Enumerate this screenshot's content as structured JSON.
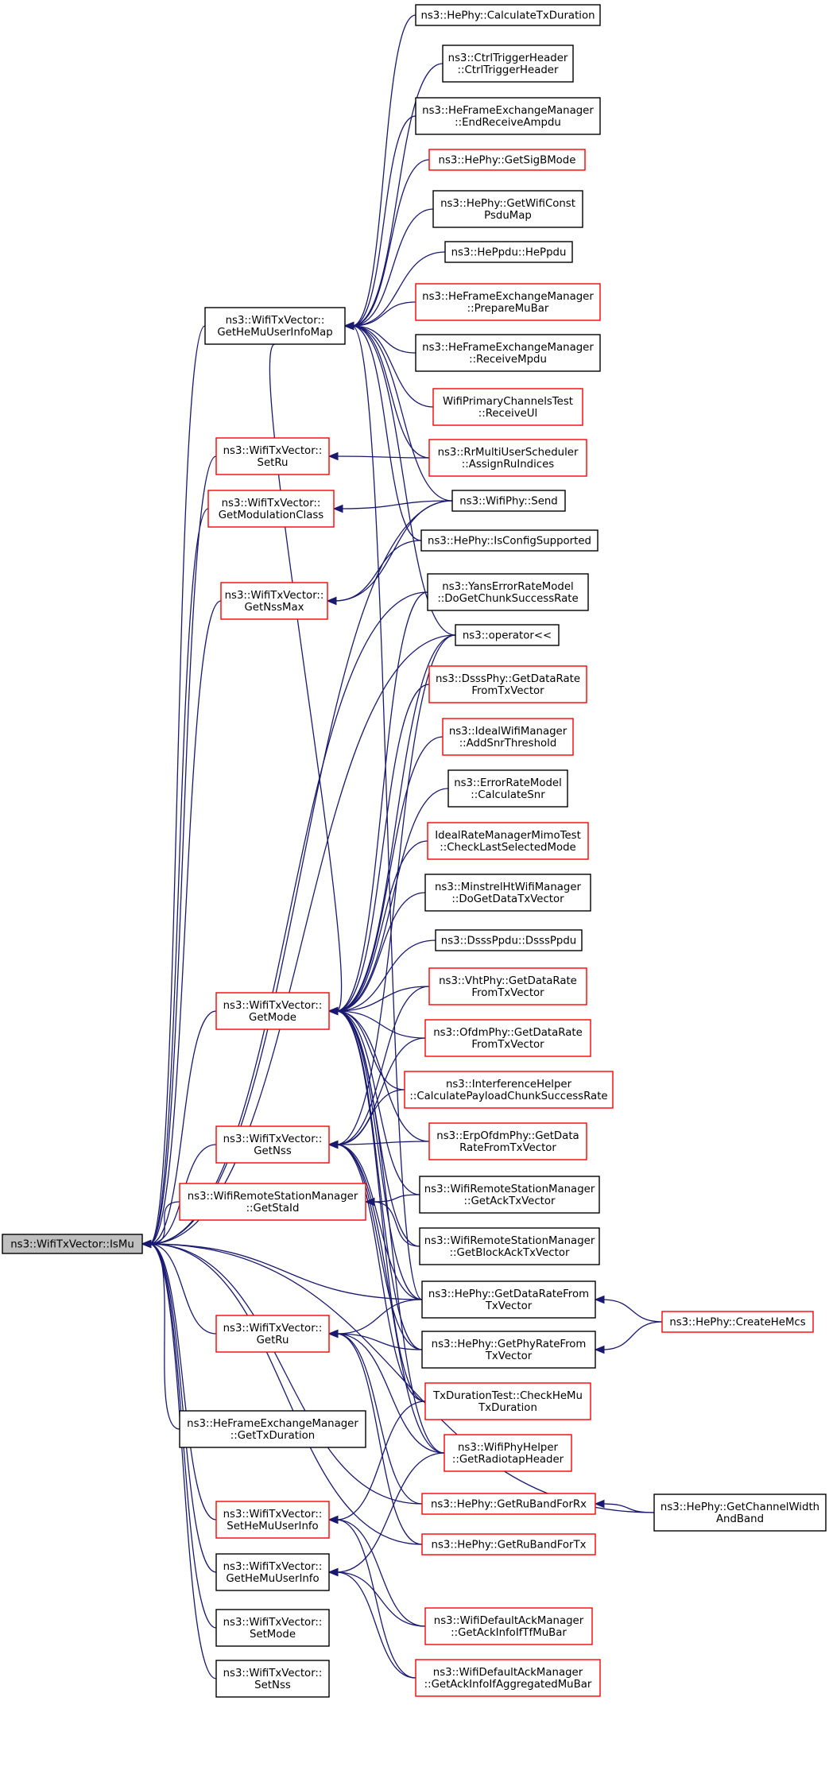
{
  "colors": {
    "edge": "#191970",
    "black_border": "#000000",
    "red_border": "#ff0000",
    "root_fill": "#bfbfbf"
  },
  "nodes": [
    {
      "id": "isMu",
      "lines": [
        "ns3::WifiTxVector::IsMu"
      ],
      "style": "root"
    },
    {
      "id": "getHeMuUserInfoMap",
      "lines": [
        "ns3::WifiTxVector::",
        "GetHeMuUserInfoMap"
      ],
      "style": "black"
    },
    {
      "id": "setRu",
      "lines": [
        "ns3::WifiTxVector::",
        "SetRu"
      ],
      "style": "red"
    },
    {
      "id": "getModulationClass",
      "lines": [
        "ns3::WifiTxVector::",
        "GetModulationClass"
      ],
      "style": "red"
    },
    {
      "id": "getNssMax",
      "lines": [
        "ns3::WifiTxVector::",
        "GetNssMax"
      ],
      "style": "red"
    },
    {
      "id": "getMode",
      "lines": [
        "ns3::WifiTxVector::",
        "GetMode"
      ],
      "style": "red"
    },
    {
      "id": "getNss",
      "lines": [
        "ns3::WifiTxVector::",
        "GetNss"
      ],
      "style": "red"
    },
    {
      "id": "getStaId",
      "lines": [
        "ns3::WifiRemoteStationManager",
        "::GetStaId"
      ],
      "style": "red"
    },
    {
      "id": "getRu",
      "lines": [
        "ns3::WifiTxVector::",
        "GetRu"
      ],
      "style": "red"
    },
    {
      "id": "heGetTxDuration",
      "lines": [
        "ns3::HeFrameExchangeManager",
        "::GetTxDuration"
      ],
      "style": "black"
    },
    {
      "id": "setHeMuUserInfo",
      "lines": [
        "ns3::WifiTxVector::",
        "SetHeMuUserInfo"
      ],
      "style": "red"
    },
    {
      "id": "getHeMuUserInfo",
      "lines": [
        "ns3::WifiTxVector::",
        "GetHeMuUserInfo"
      ],
      "style": "black"
    },
    {
      "id": "setMode",
      "lines": [
        "ns3::WifiTxVector::",
        "SetMode"
      ],
      "style": "black"
    },
    {
      "id": "setNss",
      "lines": [
        "ns3::WifiTxVector::",
        "SetNss"
      ],
      "style": "black"
    },
    {
      "id": "calcTxDuration",
      "lines": [
        "ns3::HePhy::CalculateTxDuration"
      ],
      "style": "black"
    },
    {
      "id": "ctrlTriggerHeader",
      "lines": [
        "ns3::CtrlTriggerHeader",
        "::CtrlTriggerHeader"
      ],
      "style": "black"
    },
    {
      "id": "endReceiveAmpdu",
      "lines": [
        "ns3::HeFrameExchangeManager",
        "::EndReceiveAmpdu"
      ],
      "style": "black"
    },
    {
      "id": "getSigBMode",
      "lines": [
        "ns3::HePhy::GetSigBMode"
      ],
      "style": "red"
    },
    {
      "id": "getWifiConstPsduMap",
      "lines": [
        "ns3::HePhy::GetWifiConst",
        "PsduMap"
      ],
      "style": "black"
    },
    {
      "id": "hePpdu",
      "lines": [
        "ns3::HePpdu::HePpdu"
      ],
      "style": "black"
    },
    {
      "id": "prepareMuBar",
      "lines": [
        "ns3::HeFrameExchangeManager",
        "::PrepareMuBar"
      ],
      "style": "red"
    },
    {
      "id": "receiveMpdu",
      "lines": [
        "ns3::HeFrameExchangeManager",
        "::ReceiveMpdu"
      ],
      "style": "black"
    },
    {
      "id": "receiveUl",
      "lines": [
        "WifiPrimaryChannelsTest",
        "::ReceiveUl"
      ],
      "style": "red"
    },
    {
      "id": "assignRuIndices",
      "lines": [
        "ns3::RrMultiUserScheduler",
        "::AssignRuIndices"
      ],
      "style": "red"
    },
    {
      "id": "wifiPhySend",
      "lines": [
        "ns3::WifiPhy::Send"
      ],
      "style": "black"
    },
    {
      "id": "isConfigSupported",
      "lines": [
        "ns3::HePhy::IsConfigSupported"
      ],
      "style": "black"
    },
    {
      "id": "yansDoGetChunk",
      "lines": [
        "ns3::YansErrorRateModel",
        "::DoGetChunkSuccessRate"
      ],
      "style": "black"
    },
    {
      "id": "operatorLL",
      "lines": [
        "ns3::operator<<"
      ],
      "style": "black"
    },
    {
      "id": "dsssGetDataRate",
      "lines": [
        "ns3::DsssPhy::GetDataRate",
        "FromTxVector"
      ],
      "style": "red"
    },
    {
      "id": "addSnrThreshold",
      "lines": [
        "ns3::IdealWifiManager",
        "::AddSnrThreshold"
      ],
      "style": "red"
    },
    {
      "id": "calculateSnr",
      "lines": [
        "ns3::ErrorRateModel",
        "::CalculateSnr"
      ],
      "style": "black"
    },
    {
      "id": "checkLastSelectedMode",
      "lines": [
        "IdealRateManagerMimoTest",
        "::CheckLastSelectedMode"
      ],
      "style": "red"
    },
    {
      "id": "minstrelDoGetData",
      "lines": [
        "ns3::MinstrelHtWifiManager",
        "::DoGetDataTxVector"
      ],
      "style": "black"
    },
    {
      "id": "dsssPpdu",
      "lines": [
        "ns3::DsssPpdu::DsssPpdu"
      ],
      "style": "black"
    },
    {
      "id": "vhtGetDataRate",
      "lines": [
        "ns3::VhtPhy::GetDataRate",
        "FromTxVector"
      ],
      "style": "red"
    },
    {
      "id": "ofdmGetDataRate",
      "lines": [
        "ns3::OfdmPhy::GetDataRate",
        "FromTxVector"
      ],
      "style": "red"
    },
    {
      "id": "calcPayloadChunk",
      "lines": [
        "ns3::InterferenceHelper",
        "::CalculatePayloadChunkSuccessRate"
      ],
      "style": "red"
    },
    {
      "id": "erpOfdmGetData",
      "lines": [
        "ns3::ErpOfdmPhy::GetData",
        "RateFromTxVector"
      ],
      "style": "red"
    },
    {
      "id": "getAckTxVector",
      "lines": [
        "ns3::WifiRemoteStationManager",
        "::GetAckTxVector"
      ],
      "style": "black"
    },
    {
      "id": "getBlockAckTxVector",
      "lines": [
        "ns3::WifiRemoteStationManager",
        "::GetBlockAckTxVector"
      ],
      "style": "black"
    },
    {
      "id": "heGetDataRateFrom",
      "lines": [
        "ns3::HePhy::GetDataRateFrom",
        "TxVector"
      ],
      "style": "black"
    },
    {
      "id": "heGetPhyRateFrom",
      "lines": [
        "ns3::HePhy::GetPhyRateFrom",
        "TxVector"
      ],
      "style": "black"
    },
    {
      "id": "checkHeMuTxDuration",
      "lines": [
        "TxDurationTest::CheckHeMu",
        "TxDuration"
      ],
      "style": "red"
    },
    {
      "id": "getRadiotapHeader",
      "lines": [
        "ns3::WifiPhyHelper",
        "::GetRadiotapHeader"
      ],
      "style": "red"
    },
    {
      "id": "getRuBandForRx",
      "lines": [
        "ns3::HePhy::GetRuBandForRx"
      ],
      "style": "red"
    },
    {
      "id": "getRuBandForTx",
      "lines": [
        "ns3::HePhy::GetRuBandForTx"
      ],
      "style": "red"
    },
    {
      "id": "getAckInfoIfTfMuBar",
      "lines": [
        "ns3::WifiDefaultAckManager",
        "::GetAckInfoIfTfMuBar"
      ],
      "style": "red"
    },
    {
      "id": "getAckInfoIfAggMuBar",
      "lines": [
        "ns3::WifiDefaultAckManager",
        "::GetAckInfoIfAggregatedMuBar"
      ],
      "style": "red"
    },
    {
      "id": "createHeMcs",
      "lines": [
        "ns3::HePhy::CreateHeMcs"
      ],
      "style": "red"
    },
    {
      "id": "getChannelWidthAndBand",
      "lines": [
        "ns3::HePhy::GetChannelWidth",
        "AndBand"
      ],
      "style": "black"
    }
  ],
  "edges": [
    [
      "getHeMuUserInfoMap",
      "isMu"
    ],
    [
      "setRu",
      "isMu"
    ],
    [
      "getModulationClass",
      "isMu"
    ],
    [
      "wifiPhySend",
      "isMu"
    ],
    [
      "getNssMax",
      "isMu"
    ],
    [
      "yansDoGetChunk",
      "isMu"
    ],
    [
      "operatorLL",
      "isMu"
    ],
    [
      "getMode",
      "isMu"
    ],
    [
      "getNss",
      "isMu"
    ],
    [
      "getStaId",
      "isMu"
    ],
    [
      "heGetDataRateFrom",
      "isMu"
    ],
    [
      "getRu",
      "isMu"
    ],
    [
      "heGetTxDuration",
      "isMu"
    ],
    [
      "getRuBandForRx",
      "isMu"
    ],
    [
      "getRuBandForTx",
      "isMu"
    ],
    [
      "setHeMuUserInfo",
      "isMu"
    ],
    [
      "getHeMuUserInfo",
      "isMu"
    ],
    [
      "setMode",
      "isMu"
    ],
    [
      "setNss",
      "isMu"
    ],
    [
      "getChannelWidthAndBand",
      "isMu"
    ],
    [
      "calcTxDuration",
      "getHeMuUserInfoMap"
    ],
    [
      "ctrlTriggerHeader",
      "getHeMuUserInfoMap"
    ],
    [
      "endReceiveAmpdu",
      "getHeMuUserInfoMap"
    ],
    [
      "getSigBMode",
      "getHeMuUserInfoMap"
    ],
    [
      "getWifiConstPsduMap",
      "getHeMuUserInfoMap"
    ],
    [
      "hePpdu",
      "getHeMuUserInfoMap"
    ],
    [
      "prepareMuBar",
      "getHeMuUserInfoMap"
    ],
    [
      "receiveMpdu",
      "getHeMuUserInfoMap"
    ],
    [
      "receiveUl",
      "getHeMuUserInfoMap"
    ],
    [
      "assignRuIndices",
      "getHeMuUserInfoMap"
    ],
    [
      "wifiPhySend",
      "getHeMuUserInfoMap"
    ],
    [
      "isConfigSupported",
      "getHeMuUserInfoMap"
    ],
    [
      "operatorLL",
      "getHeMuUserInfoMap"
    ],
    [
      "heGetDataRateFrom",
      "getHeMuUserInfoMap"
    ],
    [
      "assignRuIndices",
      "setRu"
    ],
    [
      "wifiPhySend",
      "getModulationClass"
    ],
    [
      "wifiPhySend",
      "getNssMax"
    ],
    [
      "isConfigSupported",
      "getNssMax"
    ],
    [
      "yansDoGetChunk",
      "getMode"
    ],
    [
      "operatorLL",
      "getMode"
    ],
    [
      "dsssGetDataRate",
      "getMode"
    ],
    [
      "addSnrThreshold",
      "getMode"
    ],
    [
      "calculateSnr",
      "getMode"
    ],
    [
      "checkLastSelectedMode",
      "getMode"
    ],
    [
      "minstrelDoGetData",
      "getMode"
    ],
    [
      "dsssPpdu",
      "getMode"
    ],
    [
      "vhtGetDataRate",
      "getMode"
    ],
    [
      "ofdmGetDataRate",
      "getMode"
    ],
    [
      "calcPayloadChunk",
      "getMode"
    ],
    [
      "erpOfdmGetData",
      "getMode"
    ],
    [
      "getAckTxVector",
      "getMode"
    ],
    [
      "getBlockAckTxVector",
      "getMode"
    ],
    [
      "heGetDataRateFrom",
      "getMode"
    ],
    [
      "heGetPhyRateFrom",
      "getMode"
    ],
    [
      "checkHeMuTxDuration",
      "getMode"
    ],
    [
      "getRadiotapHeader",
      "getMode"
    ],
    [
      "getHeMuUserInfoMap",
      "getMode"
    ],
    [
      "vhtGetDataRate",
      "getNss"
    ],
    [
      "ofdmGetDataRate",
      "getNss"
    ],
    [
      "calcPayloadChunk",
      "getNss"
    ],
    [
      "erpOfdmGetData",
      "getNss"
    ],
    [
      "heGetDataRateFrom",
      "getNss"
    ],
    [
      "heGetPhyRateFrom",
      "getNss"
    ],
    [
      "checkHeMuTxDuration",
      "getNss"
    ],
    [
      "getRadiotapHeader",
      "getNss"
    ],
    [
      "operatorLL",
      "getNss"
    ],
    [
      "getAckTxVector",
      "getStaId"
    ],
    [
      "getBlockAckTxVector",
      "getStaId"
    ],
    [
      "heGetDataRateFrom",
      "getRu"
    ],
    [
      "heGetPhyRateFrom",
      "getRu"
    ],
    [
      "getRuBandForRx",
      "getRu"
    ],
    [
      "getRuBandForTx",
      "getRu"
    ],
    [
      "getRadiotapHeader",
      "getRu"
    ],
    [
      "checkHeMuTxDuration",
      "setHeMuUserInfo"
    ],
    [
      "getAckInfoIfTfMuBar",
      "setHeMuUserInfo"
    ],
    [
      "getAckInfoIfAggMuBar",
      "setHeMuUserInfo"
    ],
    [
      "getRadiotapHeader",
      "getHeMuUserInfo"
    ],
    [
      "getAckInfoIfTfMuBar",
      "getHeMuUserInfo"
    ],
    [
      "getAckInfoIfAggMuBar",
      "getHeMuUserInfo"
    ],
    [
      "createHeMcs",
      "heGetDataRateFrom"
    ],
    [
      "createHeMcs",
      "heGetPhyRateFrom"
    ],
    [
      "getChannelWidthAndBand",
      "getRuBandForRx"
    ]
  ]
}
